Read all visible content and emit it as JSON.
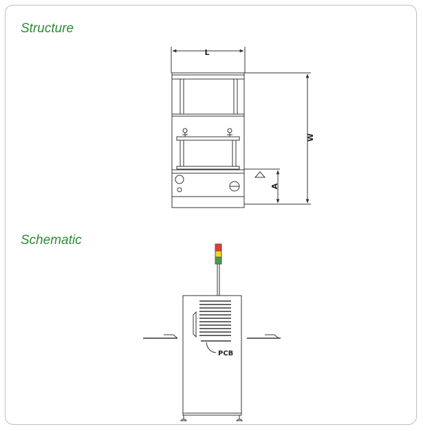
{
  "structure": {
    "title": "Structure",
    "dimension_labels": {
      "length": "L",
      "width": "W",
      "height": "A"
    }
  },
  "schematic": {
    "title": "Schematic",
    "pcb_label": "PCB"
  },
  "colors": {
    "heading": "#2e8b32",
    "line": "#333333",
    "tower_red": "#e53935",
    "tower_yellow": "#f5d327",
    "tower_green": "#43a047"
  }
}
